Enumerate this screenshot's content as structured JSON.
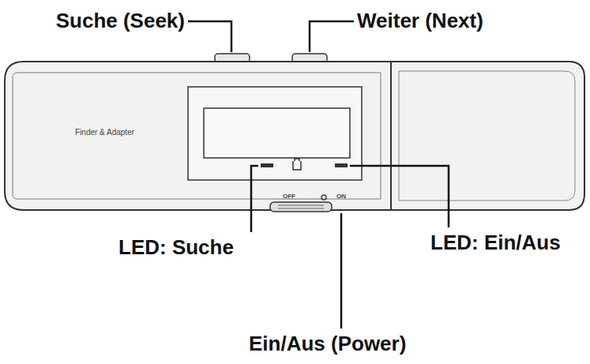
{
  "diagram": {
    "labels": [
      "Suche (Seek)",
      "Weiter (Next)",
      "LED: Suche",
      "LED: Ein/Aus",
      "Ein/Aus (Power)",
      "Finder & Adapter",
      "OFF",
      "ON"
    ]
  }
}
